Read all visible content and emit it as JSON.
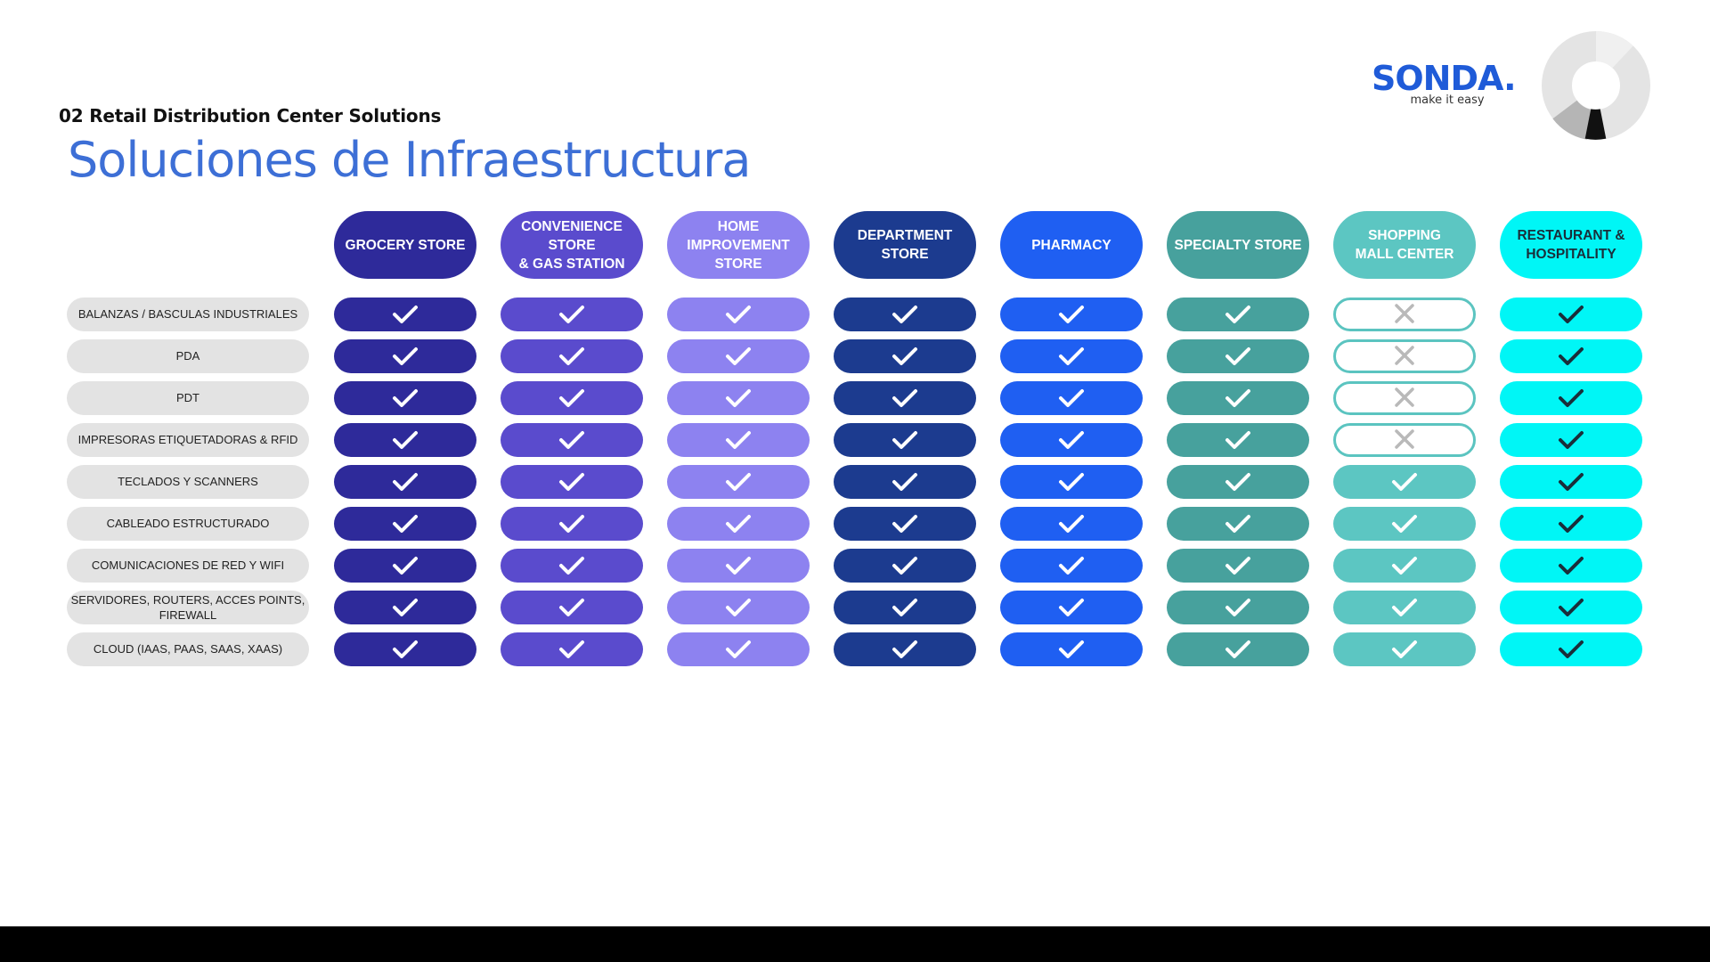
{
  "section": "02 Retail Distribution Center Solutions",
  "title": "Soluciones de Infraestructura",
  "logo": {
    "name": "SONDA",
    "tagline": "make it easy"
  },
  "columns": [
    {
      "label": "GROCERY STORE",
      "color": "#2e2a9a",
      "check": "#ffffff"
    },
    {
      "label": "CONVENIENCE\nSTORE\n& GAS STATION",
      "color": "#5a4bcd",
      "check": "#ffffff"
    },
    {
      "label": "HOME\nIMPROVEMENT\nSTORE",
      "color": "#8d82f0",
      "check": "#ffffff"
    },
    {
      "label": "DEPARTMENT\nSTORE",
      "color": "#1c3b8f",
      "check": "#ffffff"
    },
    {
      "label": "PHARMACY",
      "color": "#1f5ff2",
      "check": "#ffffff"
    },
    {
      "label": "SPECIALTY STORE",
      "color": "#47a19d",
      "check": "#ffffff"
    },
    {
      "label": "SHOPPING\nMALL CENTER",
      "color": "#5cc6c2",
      "check": "#ffffff"
    },
    {
      "label": "RESTAURANT &\nHOSPITALITY",
      "color": "#00f6f6",
      "check": "#1a2e3a",
      "text_color": "#1a2e3a"
    }
  ],
  "rows": [
    {
      "label": "BALANZAS / BASCULAS INDUSTRIALES",
      "values": [
        true,
        true,
        true,
        true,
        true,
        true,
        false,
        true
      ]
    },
    {
      "label": "PDA",
      "values": [
        true,
        true,
        true,
        true,
        true,
        true,
        false,
        true
      ]
    },
    {
      "label": "PDT",
      "values": [
        true,
        true,
        true,
        true,
        true,
        true,
        false,
        true
      ]
    },
    {
      "label": "IMPRESORAS ETIQUETADORAS & RFID",
      "values": [
        true,
        true,
        true,
        true,
        true,
        true,
        false,
        true
      ]
    },
    {
      "label": "TECLADOS Y SCANNERS",
      "values": [
        true,
        true,
        true,
        true,
        true,
        true,
        true,
        true
      ]
    },
    {
      "label": "CABLEADO ESTRUCTURADO",
      "values": [
        true,
        true,
        true,
        true,
        true,
        true,
        true,
        true
      ]
    },
    {
      "label": "COMUNICACIONES DE RED Y WIFI",
      "values": [
        true,
        true,
        true,
        true,
        true,
        true,
        true,
        true
      ]
    },
    {
      "label": "SERVIDORES, ROUTERS, ACCES POINTS,\nFIREWALL",
      "values": [
        true,
        true,
        true,
        true,
        true,
        true,
        true,
        true
      ]
    },
    {
      "label": "CLOUD (IAAS, PAAS, SAAS, XAAS)",
      "values": [
        true,
        true,
        true,
        true,
        true,
        true,
        true,
        true
      ]
    }
  ],
  "icons": {
    "yes": "check-icon",
    "no": "x-icon"
  }
}
